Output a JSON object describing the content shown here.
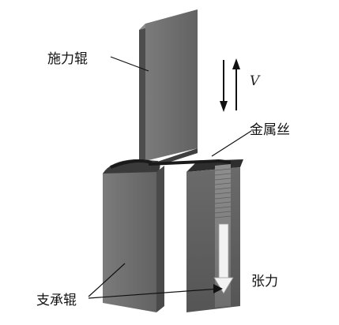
{
  "labels": {
    "force_roller": "施力辊",
    "velocity": "V",
    "wire": "金属丝",
    "support_roller": "支承辊",
    "tension": "张力"
  },
  "colors": {
    "roller_front": "#6f6f6f",
    "roller_side": "#4a4a4a",
    "roller_top": "#8a8a8a",
    "wire": "#1a1a1a",
    "tension_arrow": "#f2f2f2",
    "line": "#111111"
  }
}
